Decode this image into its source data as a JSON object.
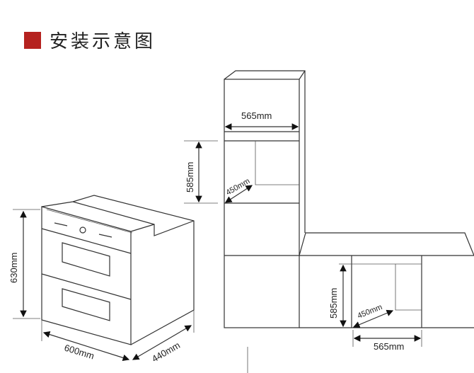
{
  "title": "安装示意图",
  "accent_color": "#b5221f",
  "oven": {
    "height": "630mm",
    "width": "600mm",
    "depth": "440mm"
  },
  "tall_cabinet": {
    "width": "565mm",
    "height": "585mm",
    "depth": "450mm"
  },
  "base_cabinet": {
    "width": "565mm",
    "height": "585mm",
    "depth": "450mm"
  }
}
